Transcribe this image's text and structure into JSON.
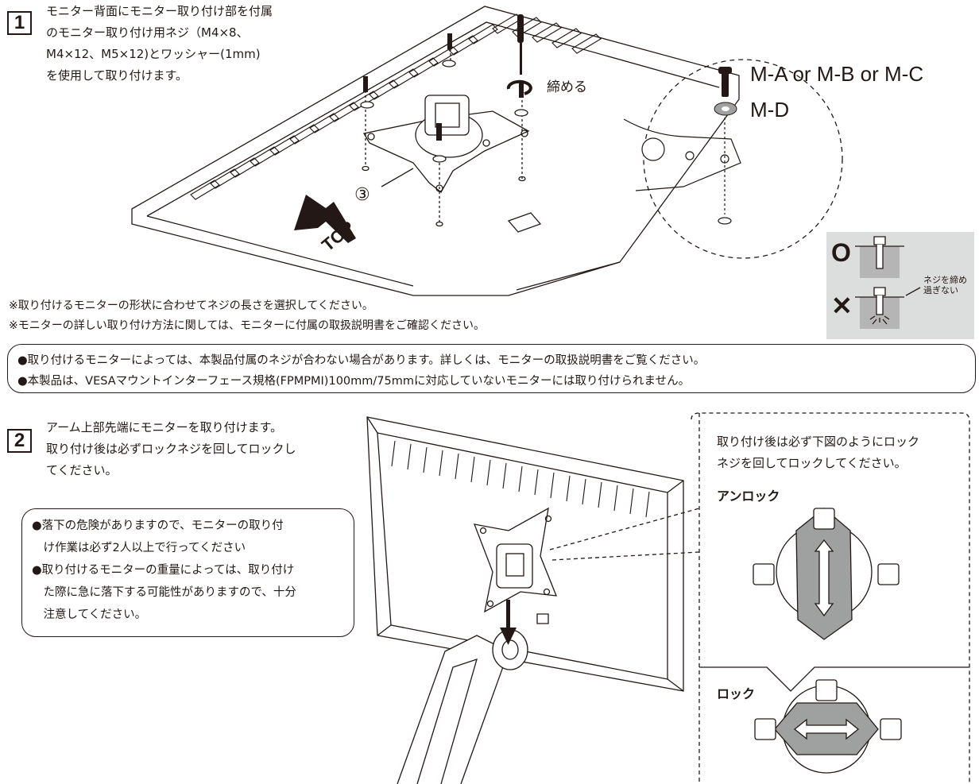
{
  "step1": {
    "number": "1",
    "text": [
      "モニター背面にモニター取り付け部を付属",
      "のモニター取り付け用ネジ（M4×8、",
      "M4×12、M5×12)とワッシャー(1mm)",
      "を使用して取り付けます。"
    ],
    "tighten_label": "締める",
    "part_label": "③",
    "top_label": "TOP",
    "screw_label": "M-A or M-B or M-C",
    "washer_label": "M-D",
    "ok_symbol": "O",
    "ng_symbol": "✕",
    "overtighten_note": [
      "ネジを締め",
      "過ぎない"
    ],
    "notes": [
      "※取り付けるモニターの形状に合わせてネジの長さを選択してください。",
      "※モニターの詳しい取り付け方法に関しては、モニターに付属の取扱説明書をご確認ください。"
    ]
  },
  "caution1": [
    "●取り付けるモニターによっては、本製品付属のネジが合わない場合があります。詳しくは、モニターの取扱説明書をご覧ください。",
    "●本製品は、VESAマウントインターフェース規格(FPMPMI)100mm/75mmに対応していないモニターには取り付けられません。"
  ],
  "step2": {
    "number": "2",
    "text": [
      "アーム上部先端にモニターを取り付けます。",
      "取り付け後は必ずロックネジを回してロックし",
      "てください。"
    ],
    "caution": [
      "●落下の危険がありますので、モニターの取り付",
      "　け作業は必ず2人以上で行ってください",
      "●取り付けるモニターの重量によっては、取り付け",
      "　た際に急に落下する可能性がありますので、十分",
      "　注意してください。"
    ],
    "lock_box": {
      "instruction": [
        "取り付け後は必ず下図のようにロック",
        "ネジを回してロックしてください。"
      ],
      "unlock_label": "アンロック",
      "lock_label": "ロック"
    }
  }
}
